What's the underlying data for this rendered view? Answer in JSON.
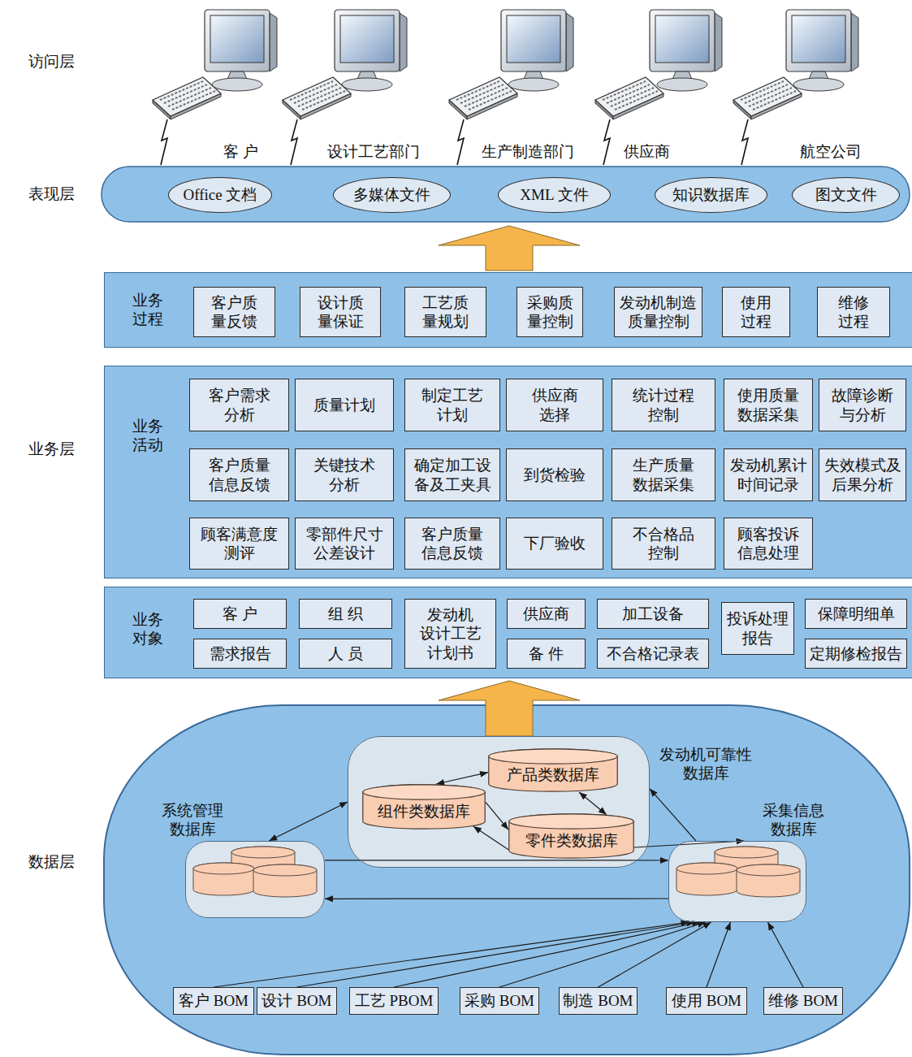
{
  "diagram": {
    "nodes": [
      {
        "text": [
          "Office 文档"
        ]
      },
      {
        "text": [
          "多媒体文件"
        ]
      },
      {
        "text": [
          "XML 文件"
        ]
      },
      {
        "text": [
          "知识数据库"
        ]
      },
      {
        "text": [
          "图文文件"
        ]
      },
      {
        "text": [
          "业务 过程"
        ]
      },
      {
        "text": [
          "客户质 量反馈"
        ],
        "in": 5
      },
      {
        "text": [
          "设计质 量保证"
        ],
        "in": 5
      },
      {
        "text": [
          "工艺质 量规划"
        ],
        "in": 5
      },
      {
        "text": [
          "采购质 量控制"
        ],
        "in": 5
      },
      {
        "text": [
          "发动机制造 质量控制"
        ],
        "in": 5
      },
      {
        "text": [
          "使用 过程"
        ],
        "in": 5
      },
      {
        "text": [
          "维修 过程"
        ],
        "in": 5
      },
      {
        "text": [
          "业务 活动"
        ]
      },
      {
        "text": [
          "客户需求 分析"
        ],
        "in": 13
      },
      {
        "text": [
          "质量计划"
        ],
        "in": 13
      },
      {
        "text": [
          "制定工艺 计划"
        ],
        "in": 13
      },
      {
        "text": [
          "供应商 选择"
        ],
        "in": 13
      },
      {
        "text": [
          "统计过程 控制"
        ],
        "in": 13
      },
      {
        "text": [
          "使用质量 数据采集"
        ],
        "in": 13
      },
      {
        "text": [
          "故障诊断 与分析"
        ],
        "in": 13
      },
      {
        "text": [
          "客户质量 信息反馈"
        ],
        "in": 13
      },
      {
        "text": [
          "关键技术 分析"
        ],
        "in": 13
      },
      {
        "text": [
          "确定加工设 备及工夹具"
        ],
        "in": 13
      },
      {
        "text": [
          "到货检验"
        ],
        "in": 13
      },
      {
        "text": [
          "生产质量 数据采集"
        ],
        "in": 13
      },
      {
        "text": [
          "发动机累计 时间记录"
        ],
        "in": 13
      },
      {
        "text": [
          "失效模式及 后果分析"
        ],
        "in": 13
      },
      {
        "text": [
          "顾客满意度 测评"
        ],
        "in": 13
      },
      {
        "text": [
          "零部件尺寸 公差设计"
        ],
        "in": 13
      },
      {
        "text": [
          "客户质量 信息反馈"
        ],
        "in": 13
      },
      {
        "text": [
          "下厂验收"
        ],
        "in": 13
      },
      {
        "text": [
          "不合格品 控制"
        ],
        "in": 13
      },
      {
        "text": [
          "顾客投诉 信息处理"
        ],
        "in": 13
      },
      {
        "text": [
          "业务 对象"
        ]
      },
      {
        "text": [
          "客 户"
        ],
        "in": 34
      },
      {
        "text": [
          "组 织"
        ],
        "in": 34
      },
      {
        "text": [
          "发动机 设计工艺 计划书"
        ],
        "in": 34
      },
      {
        "text": [
          "供应商"
        ],
        "in": 34
      },
      {
        "text": [
          "加工设备"
        ],
        "in": 34
      },
      {
        "text": [
          "投诉处理 报告"
        ],
        "in": 34
      },
      {
        "text": [
          "保障明细单"
        ],
        "in": 34
      },
      {
        "text": [
          "需求报告"
        ],
        "in": 34
      },
      {
        "text": [
          "人 员"
        ],
        "in": 34
      },
      {
        "text": [
          "备 件"
        ],
        "in": 34
      },
      {
        "text": [
          "不合格记录表"
        ],
        "in": 34
      },
      {
        "text": [
          "定期修检报告"
        ],
        "in": 34
      },
      {
        "text": [
          "发动机可靠性 数据库"
        ]
      },
      {
        "text": [
          "产品类数据库"
        ],
        "in": 47
      },
      {
        "text": [
          "组件类数据库"
        ],
        "in": 47
      },
      {
        "text": [
          "零件类数据库"
        ],
        "in": 47
      },
      {
        "text": [
          "系统管理 数据库"
        ]
      },
      {
        "text": [
          "采集信息 数据库"
        ]
      },
      {
        "text": [
          "客户 BOM"
        ]
      },
      {
        "text": [
          "设计 BOM"
        ]
      },
      {
        "text": [
          "工艺 PBOM"
        ]
      },
      {
        "text": [
          "采购 BOM"
        ]
      },
      {
        "text": [
          "制造 BOM"
        ]
      },
      {
        "text": [
          "使用 BOM"
        ]
      },
      {
        "text": [
          "维修 BOM"
        ]
      }
    ],
    "edges": [
      {
        "from": 49,
        "to": 48,
        "arrow": "both"
      },
      {
        "from": 48,
        "to": 50,
        "arrow": "both"
      },
      {
        "from": 49,
        "to": 50,
        "arrow": "to"
      },
      {
        "from": 50,
        "to": 49,
        "arrow": "to"
      },
      {
        "from": 51,
        "to": 47,
        "arrow": "both"
      },
      {
        "from": 50,
        "to": 52,
        "arrow": "to"
      },
      {
        "from": 52,
        "to": 47,
        "arrow": "to"
      },
      {
        "from": 51,
        "to": 52,
        "arrow": "to"
      },
      {
        "from": 52,
        "to": 51,
        "arrow": "to"
      },
      {
        "from": 53,
        "to": 52,
        "arrow": "to"
      },
      {
        "from": 54,
        "to": 52,
        "arrow": "to"
      },
      {
        "from": 55,
        "to": 52,
        "arrow": "to"
      },
      {
        "from": 56,
        "to": 52,
        "arrow": "to"
      },
      {
        "from": 57,
        "to": 52,
        "arrow": "to"
      },
      {
        "from": 58,
        "to": 52,
        "arrow": "to"
      },
      {
        "from": 59,
        "to": 52,
        "arrow": "to"
      }
    ],
    "labels": [
      "访问层",
      "客 户",
      "设计工艺部门",
      "生产制造部门",
      "供应商",
      "航空公司",
      "表现层",
      "业务层",
      "数据层"
    ]
  }
}
